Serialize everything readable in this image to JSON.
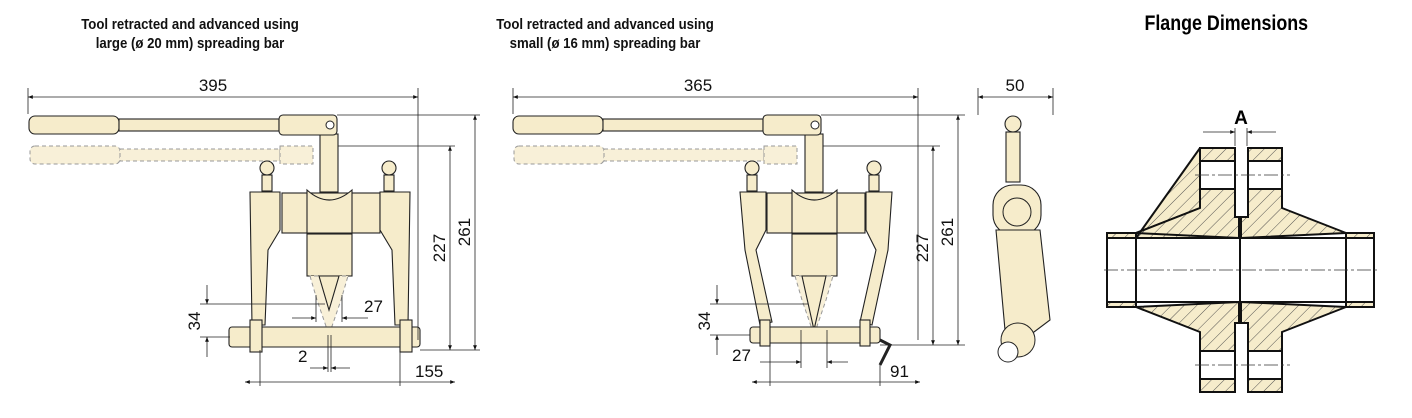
{
  "captions": {
    "large": [
      "Tool retracted and advanced using",
      "large (ø 20 mm) spreading bar"
    ],
    "small": [
      "Tool retracted and advanced using",
      "small (ø 16 mm) spreading bar"
    ],
    "flange_title": "Flange Dimensions"
  },
  "large_tool_dims": {
    "length": "395",
    "height_retracted": "227",
    "height_total": "261",
    "bar_height": "34",
    "tip_width": "27",
    "gap": "2",
    "jaw_span": "155"
  },
  "small_tool_dims": {
    "length": "365",
    "height_retracted": "227",
    "height_total": "261",
    "bar_height": "34",
    "tip_width": "27",
    "jaw_span": "91"
  },
  "side_view_dims": {
    "width": "50"
  },
  "flange": {
    "label_a": "A"
  },
  "colors": {
    "part_fill": "#f6eccb",
    "outline": "#222222"
  }
}
